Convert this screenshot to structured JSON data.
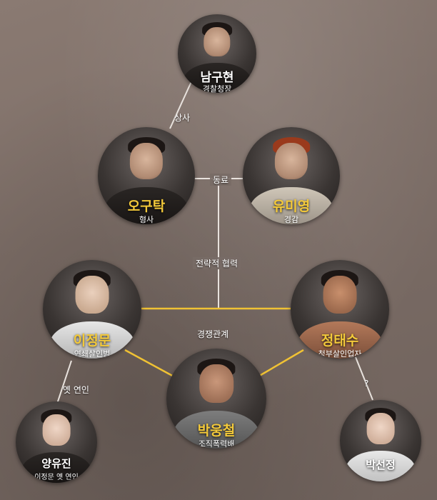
{
  "colors": {
    "link_gray": "#e8e2dd",
    "link_gold": "#f0c234",
    "name_gold": "#f3c93a",
    "name_white": "#ffffff"
  },
  "characters": {
    "nam": {
      "name": "남구현",
      "role": "경찰청장"
    },
    "oh": {
      "name": "오구탁",
      "role": "형사"
    },
    "yu": {
      "name": "유미영",
      "role": "경감"
    },
    "lee": {
      "name": "이정문",
      "role": "연쇄살인범"
    },
    "jung": {
      "name": "정태수",
      "role": "청부살인업자"
    },
    "park": {
      "name": "박웅철",
      "role": "조직폭력배"
    },
    "yang": {
      "name": "양유진",
      "role": "이정문 옛 연인"
    },
    "parksj": {
      "name": "박선정"
    }
  },
  "relations": {
    "boss": "상사",
    "colleague": "동료",
    "strategic": "전략적 협력",
    "rivalry": "경쟁관계",
    "ex": "옛 연인",
    "unknown": "?"
  }
}
